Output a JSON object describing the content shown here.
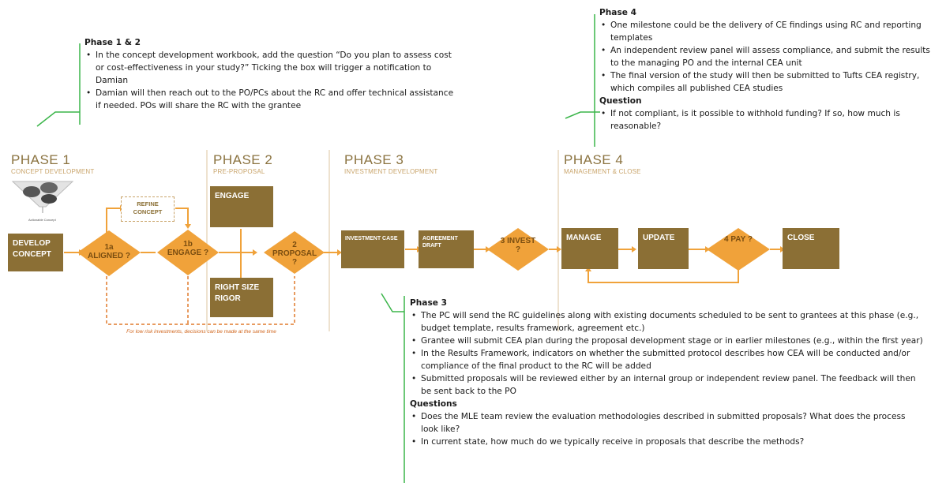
{
  "notes": {
    "phase12": {
      "heading": "Phase 1 & 2",
      "bullets": [
        "In the concept development workbook, add the question “Do you plan to assess cost or cost-effectiveness in your study?” Ticking the box will trigger a notification to Damian",
        "Damian will then reach out to the PO/PCs about the RC and offer technical assistance if needed. POs will share the RC with the grantee"
      ]
    },
    "phase4": {
      "heading": "Phase 4",
      "bullets": [
        "One milestone could be the delivery of CE findings using RC and reporting templates",
        "An independent review panel will assess compliance, and submit the results to the managing PO and the internal CEA unit",
        "The final version of the study will then be submitted to Tufts CEA registry, which compiles all published CEA studies"
      ],
      "question_heading": "Question",
      "questions": [
        "If not compliant, is it possible to withhold funding? If so, how much is reasonable?"
      ]
    },
    "phase3": {
      "heading": "Phase 3",
      "bullets": [
        "The PC will send the RC guidelines along with existing documents scheduled to be sent to grantees at this phase (e.g., budget template, results framework, agreement etc.)",
        "Grantee will submit CEA plan during the proposal development stage or in earlier milestones (e.g., within the first year)",
        "In the Results Framework, indicators on whether the submitted protocol describes how CEA will be conducted and/or compliance of the final product to the RC will be added",
        "Submitted proposals will be reviewed either by an internal group or independent review panel. The feedback will then be sent back to the PO"
      ],
      "question_heading": "Questions",
      "questions": [
        "Does the MLE team review the evaluation methodologies described in submitted proposals? What does the process look like?",
        "In current state, how much do we typically receive in proposals that describe the methods?"
      ]
    }
  },
  "phases": [
    {
      "title": "PHASE 1",
      "subtitle": "CONCEPT DEVELOPMENT"
    },
    {
      "title": "PHASE 2",
      "subtitle": "PRE-PROPOSAL"
    },
    {
      "title": "PHASE 3",
      "subtitle": "INVESTMENT DEVELOPMENT"
    },
    {
      "title": "PHASE 4",
      "subtitle": "MANAGEMENT & CLOSE"
    }
  ],
  "boxes": {
    "develop": "DEVELOP CONCEPT",
    "engage": "ENGAGE",
    "right_size": "RIGHT SIZE RIGOR",
    "investment_case": "INVESTMENT CASE",
    "agreement_draft": "AGREEMENT DRAFT",
    "manage": "MANAGE",
    "update": "UPDATE",
    "close": "CLOSE"
  },
  "refine": "REFINE CONCEPT",
  "decisions": {
    "d1a": "1a ALIGNED ?",
    "d1b": "1b ENGAGE ?",
    "d2": "2 PROPOSAL ?",
    "d3": "3 INVEST ?",
    "d4": "4 PAY ?"
  },
  "footnote": "For low risk investments, decisions can be made at the same time",
  "funnel_caption": "Actionable Concept",
  "colors": {
    "box": "#8b6f35",
    "diamond": "#f0a23a",
    "dashed_orange": "#e07a2c",
    "callout_line": "#3bb54a"
  }
}
